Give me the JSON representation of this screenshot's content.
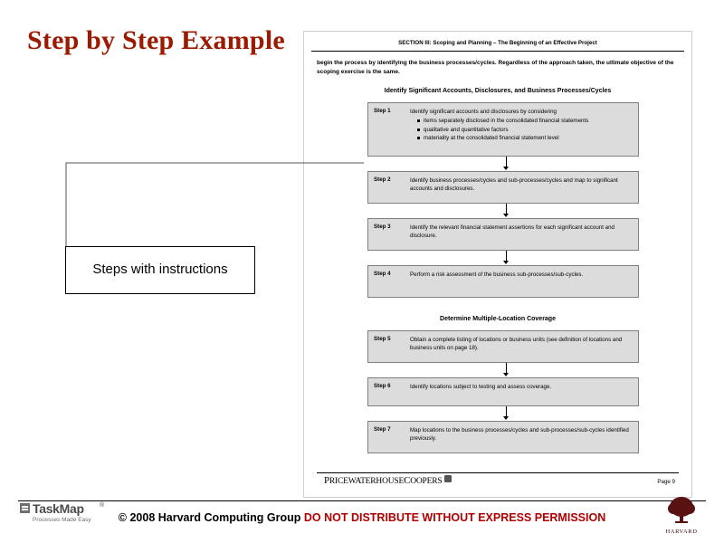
{
  "slide": {
    "title": "Step by Step Example",
    "callout": "Steps with instructions"
  },
  "document": {
    "header": "SECTION III:  Scoping and Planning – The Beginning of an Effective Project",
    "intro": "begin the process by identifying the business processes/cycles.  Regardless of the approach taken, the ultimate objective of the scoping exercise is the same.",
    "subtitle_1": "Identify Significant Accounts, Disclosures, and Business Processes/Cycles",
    "subtitle_2": "Determine Multiple-Location Coverage",
    "steps": [
      {
        "label": "Step 1",
        "text": "Identify significant accounts and disclosures by considering",
        "bullets": [
          "items separately disclosed in the consolidated financial statements",
          "qualitative and quantitative factors",
          "materiality at the consolidated financial statement level"
        ]
      },
      {
        "label": "Step 2",
        "text": "Identify business processes/cycles and sub-processes/cycles and map to significant accounts and disclosures.",
        "bullets": []
      },
      {
        "label": "Step 3",
        "text": "Identify the relevant financial statement assertions for each significant account and disclosure.",
        "bullets": []
      },
      {
        "label": "Step 4",
        "text": "Perform a risk assessment of the business sub-processes/sub-cycles.",
        "bullets": []
      },
      {
        "label": "Step 5",
        "text": "Obtain a complete listing of locations or business units (see definition of locations and business units on page 18).",
        "bullets": []
      },
      {
        "label": "Step 6",
        "text": "Identify locations subject to testing and assess coverage.",
        "bullets": []
      },
      {
        "label": "Step 7",
        "text": "Map locations to the business processes/cycles and sub-processes/sub-cycles identified previously.",
        "bullets": []
      }
    ],
    "footer_logo_pre": "P",
    "footer_logo_text": "RICEWATERHOUSE",
    "footer_logo_c": "C",
    "footer_logo_post": "OOPERS",
    "footer_logo_mark": "☉",
    "page_number": "Page 9"
  },
  "footer": {
    "copyright": "© 2008 Harvard Computing Group ",
    "warning": "DO NOT DISTRIBUTE WITHOUT EXPRESS PERMISSION",
    "taskmap_name": "TaskMap",
    "taskmap_reg": "®",
    "taskmap_tagline": "Processes Made Easy",
    "harvard_name": "HARVARD"
  },
  "colors": {
    "title": "#9b1a00",
    "warning": "#b00000",
    "step_box": "#dcdcdc",
    "step_border": "#808080"
  }
}
